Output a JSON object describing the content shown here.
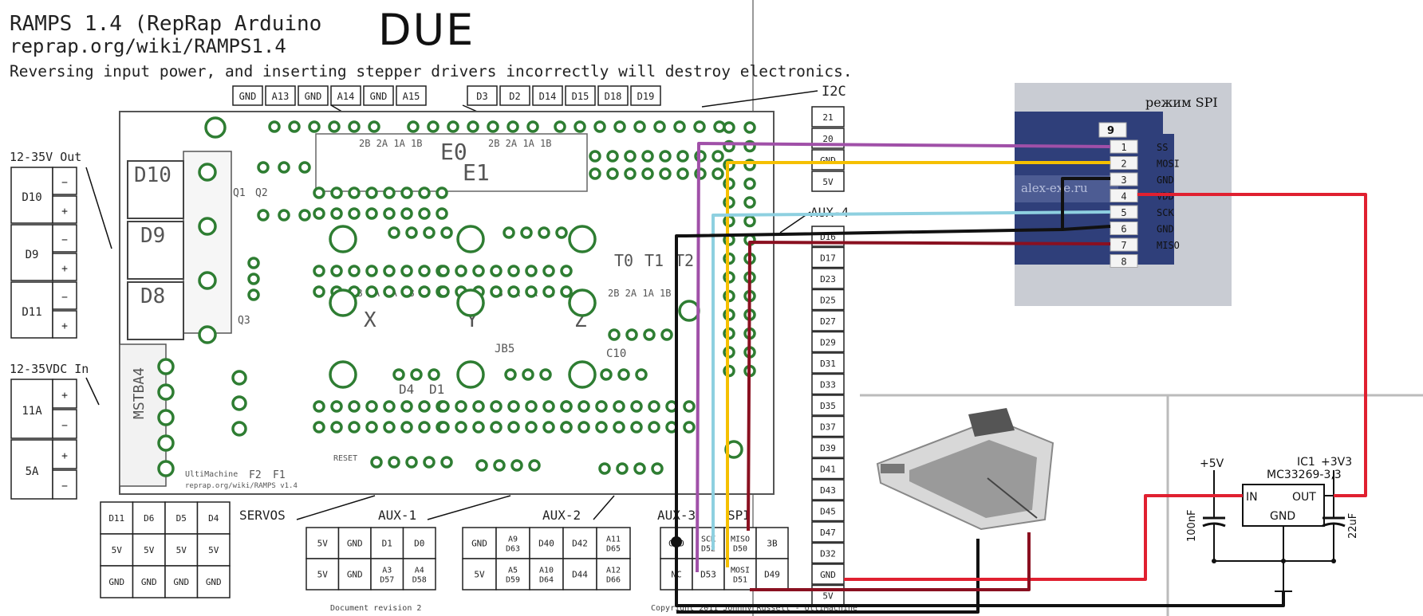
{
  "ramps": {
    "title": "RAMPS 1.4 (RepRap Arduino",
    "url": "reprap.org/wiki/RAMPS1.4",
    "handwritten": "DUE",
    "warning": "Reversing input power, and inserting stepper drivers incorrectly will destroy electronics.",
    "top_pins_a": [
      "GND",
      "A13",
      "GND",
      "A14",
      "GND",
      "A15"
    ],
    "top_pins_d": [
      "D3",
      "D2",
      "D14",
      "D15",
      "D18",
      "D19"
    ],
    "i2c_label": "I2C",
    "i2c_pins": [
      "21",
      "20",
      "GND",
      "5V"
    ],
    "aux4_label": "AUX-4",
    "aux4_pins": [
      "D16",
      "D17",
      "D23",
      "D25",
      "D27",
      "D29",
      "D31",
      "D33",
      "D35",
      "D37",
      "D39",
      "D41",
      "D43",
      "D45",
      "D47",
      "D32",
      "GND",
      "5V"
    ],
    "out_label": "12-35V Out",
    "out_rows": [
      {
        "name": "D10",
        "p": [
          "−",
          "+"
        ]
      },
      {
        "name": "D9",
        "p": [
          "−",
          "+"
        ]
      },
      {
        "name": "D11",
        "p": [
          "−",
          "+"
        ]
      }
    ],
    "in_label": "12-35VDC In",
    "in_rows": [
      {
        "name": "11A",
        "p": [
          "+",
          "−"
        ]
      },
      {
        "name": "5A",
        "p": [
          "+",
          "−"
        ]
      }
    ],
    "servos_label": "SERVOS",
    "servo_grid": [
      [
        "D11",
        "D6",
        "D5",
        "D4"
      ],
      [
        "5V",
        "5V",
        "5V",
        "5V"
      ],
      [
        "GND",
        "GND",
        "GND",
        "GND"
      ]
    ],
    "aux1_label": "AUX-1",
    "aux1_grid": [
      [
        "5V",
        "GND",
        "D1",
        "D0"
      ],
      [
        "5V",
        "GND",
        "A3 D57",
        "A4 D58"
      ]
    ],
    "aux2_label": "AUX-2",
    "aux2_grid": [
      [
        "GND",
        "A9 D63",
        "D40",
        "D42",
        "A11 D65"
      ],
      [
        "5V",
        "A5 D59",
        "A10 D64",
        "D44",
        "A12 D66"
      ]
    ],
    "aux3_label": "AUX-3",
    "spi_label": "SPI",
    "aux3_grid": [
      [
        "GND",
        "SCK D52",
        "MISO D50",
        "3B"
      ],
      [
        "NC",
        "D53",
        "MOSI D51",
        "D49"
      ]
    ],
    "board_texts": {
      "e0": "E0",
      "e1": "E1",
      "x": "X",
      "y": "Y",
      "z": "Z",
      "t0": "T0",
      "t1": "T1",
      "t2": "T2",
      "d10": "D10",
      "d9": "D9",
      "d8": "D8",
      "q1": "Q1",
      "q2": "Q2",
      "q3": "Q3",
      "mstba4": "MSTBA4",
      "f1": "F1",
      "f2": "F2",
      "d1": "D1",
      "d4": "D4",
      "jb5": "JB5",
      "reset": "RESET",
      "c10": "C10",
      "tag": "UltiMachine",
      "tag_url": "reprap.org/wiki/RAMPS v1.4",
      "drv": "2B 2A 1A 1B"
    },
    "doc_rev": "Document revision 2",
    "copyright": "Copyright 2011 Johnny Russell - UltiMachine"
  },
  "sd_card": {
    "mode_label": "режим SPI",
    "watermark": "alex-exe.ru",
    "top_pin": "9",
    "pins": [
      {
        "n": "1",
        "name": "SS"
      },
      {
        "n": "2",
        "name": "MOSI"
      },
      {
        "n": "3",
        "name": "GND"
      },
      {
        "n": "4",
        "name": "VDD"
      },
      {
        "n": "5",
        "name": "SCK"
      },
      {
        "n": "6",
        "name": "GND"
      },
      {
        "n": "7",
        "name": "MISO"
      },
      {
        "n": "8",
        "name": ""
      }
    ]
  },
  "regulator": {
    "ic_label": "IC1",
    "ic_part": "MC33269-3,3",
    "in_label": "IN",
    "out_label": "OUT",
    "gnd_label": "GND",
    "v_in": "+5V",
    "v_out": "+3V3",
    "cap_in": "100nF",
    "cap_out": "22uF"
  },
  "colors": {
    "ss": "#a050a8",
    "mosi": "#f5c000",
    "sck": "#8ed0e0",
    "miso": "#8a1020",
    "gnd": "#111111",
    "vdd": "#e02030",
    "pad": "#2e7d32"
  }
}
